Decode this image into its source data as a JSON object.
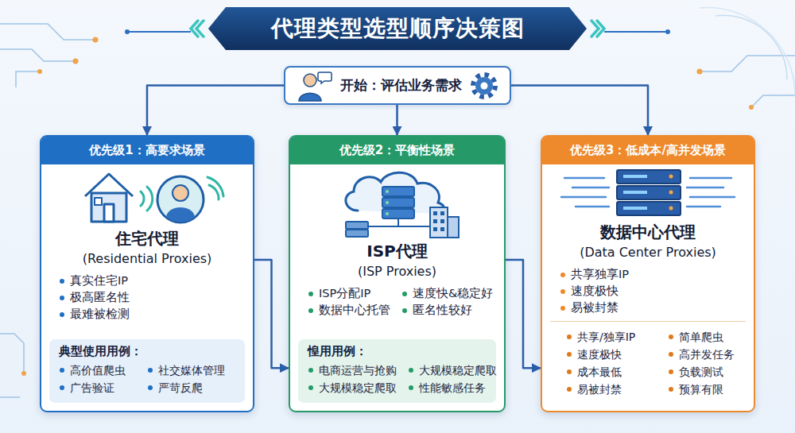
{
  "diagram": {
    "title": "代理类型选型顺序决策图",
    "nodes": [
      {
        "text": [
          "开始：评估业务需求"
        ]
      },
      {
        "text": [
          "优先级1：高要求场景",
          "住宅代理",
          "(Residential Proxies)",
          "真实住宅IP",
          "极高匿名性",
          "最难被检测"
        ]
      },
      {
        "text": [
          "典型使用用例：",
          "高价值爬虫",
          "社交媒体管理",
          "广告验证",
          "严苛反爬"
        ],
        "in": 1
      },
      {
        "text": [
          "优先级2：平衡性场景",
          "ISP代理",
          "(ISP Proxies)",
          "ISP分配IP",
          "速度快&稳定好",
          "数据中心托管",
          "匿名性较好"
        ]
      },
      {
        "text": [
          "惶用用例：",
          "电商运营与抢购",
          "大规模稳定爬取",
          "大规模稳定爬取",
          "性能敏感任务"
        ],
        "in": 3
      },
      {
        "text": [
          "优先级3：低成本/高并发场景",
          "数据中心代理",
          "(Data Center Proxies)",
          "共享独享IP",
          "速度极快",
          "易被封禁"
        ]
      },
      {
        "text": [
          "共享/独享IP",
          "简单爬虫",
          "速度极快",
          "高并发任务",
          "成本最低",
          "负载测试",
          "易被封禁",
          "预算有限"
        ],
        "in": 5
      }
    ],
    "edges": [
      {
        "from": 0,
        "to": 1,
        "arrow": "to"
      },
      {
        "from": 0,
        "to": 3,
        "arrow": "to"
      },
      {
        "from": 0,
        "to": 5,
        "arrow": "to"
      },
      {
        "from": 1,
        "to": 3,
        "arrow": "to"
      },
      {
        "from": 3,
        "to": 5,
        "arrow": "to"
      }
    ]
  }
}
